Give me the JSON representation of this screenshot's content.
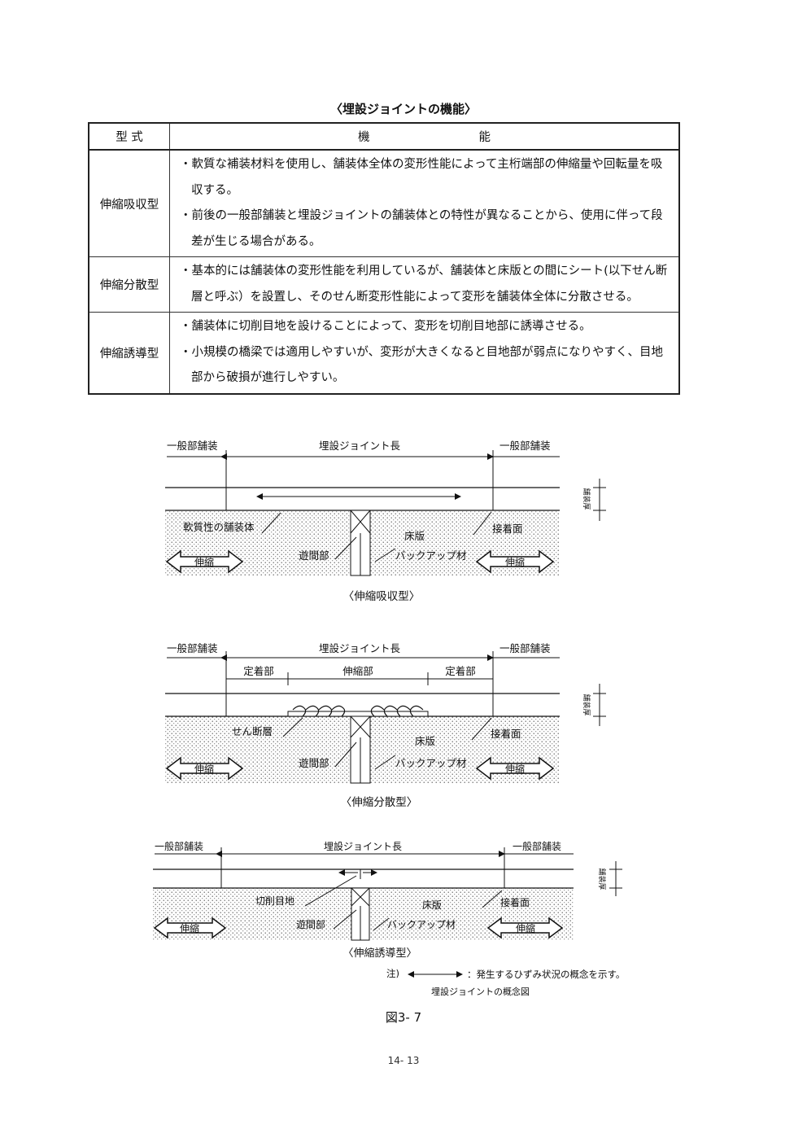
{
  "table": {
    "title": "〈埋設ジョイントの機能〉",
    "headers": [
      "型 式",
      "機",
      "能"
    ],
    "rows": [
      {
        "type": "伸縮吸収型",
        "items": [
          "・軟質な補装材料を使用し、舗装体全体の変形性能によって主桁端部の伸縮量や回転量を吸収する。",
          "・前後の一般部舗装と埋設ジョイントの舗装体との特性が異なることから、使用に伴って段差が生じる場合がある。"
        ]
      },
      {
        "type": "伸縮分散型",
        "items": [
          "・基本的には舗装体の変形性能を利用しているが、舗装体と床版との間にシート(以下せん断層と呼ぶ）を設置し、そのせん断変形性能によって変形を舗装体全体に分散させる。"
        ]
      },
      {
        "type": "伸縮誘導型",
        "items": [
          "・舗装体に切削目地を設けることによって、変形を切削目地部に誘導させる。",
          "・小規模の橋梁では適用しやすいが、変形が大きくなると目地部が弱点になりやすく、目地部から破損が進行しやすい。"
        ]
      }
    ]
  },
  "diagrams": {
    "d1": {
      "left_label": "一般部舗装",
      "center_label": "埋設ジョイント長",
      "right_label": "一般部舗装",
      "thickness_label": "舗装厚",
      "soft_label": "軟質性の舗装体",
      "gap_label": "遊間部",
      "slab_label": "床版",
      "backup_label": "バックアップ材",
      "bond_label": "接着面",
      "expand_left": "伸縮",
      "expand_right": "伸縮",
      "caption": "〈伸縮吸収型〉"
    },
    "d2": {
      "left_label": "一般部舗装",
      "center_label": "埋設ジョイント長",
      "right_label": "一般部舗装",
      "anchor_left": "定着部",
      "expand_mid": "伸縮部",
      "anchor_right": "定着部",
      "thickness_label": "舗装厚",
      "shear_label": "せん断層",
      "gap_label": "遊間部",
      "slab_label": "床版",
      "backup_label": "バックアップ材",
      "bond_label": "接着面",
      "expand_left": "伸縮",
      "expand_right": "伸縮",
      "caption": "〈伸縮分散型〉"
    },
    "d3": {
      "left_label": "一般部舗装",
      "center_label": "埋設ジョイント長",
      "right_label": "一般部舗装",
      "thickness_label": "舗装厚",
      "cut_label": "切削目地",
      "gap_label": "遊間部",
      "slab_label": "床版",
      "backup_label": "バックアップ材",
      "bond_label": "接着面",
      "expand_left": "伸縮",
      "expand_right": "伸縮",
      "caption": "〈伸縮誘導型〉"
    }
  },
  "note": {
    "prefix": "注)",
    "text": "：発生するひずみ状況の概念を示す。",
    "subtitle": "埋設ジョイントの概念図"
  },
  "figure_number": "図3- 7",
  "page_number": "14- 13"
}
